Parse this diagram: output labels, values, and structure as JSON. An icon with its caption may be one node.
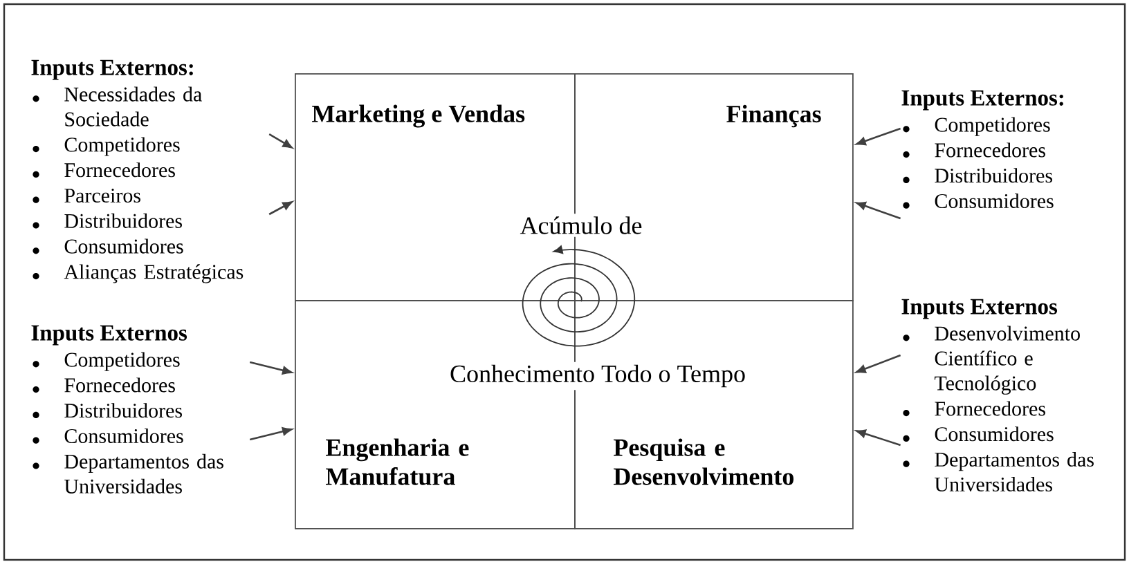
{
  "diagram": {
    "nodes": [
      {
        "text": [
          "Inputs Externos:",
          "Necessidades da Sociedade",
          "Competidores",
          "Fornecedores",
          "Parceiros",
          "Distribuidores",
          "Consumidores",
          "Alianças Estratégicas"
        ]
      },
      {
        "text": [
          "Marketing e Vendas"
        ]
      },
      {
        "text": [
          "Finanças"
        ]
      },
      {
        "text": [
          "Inputs Externos:",
          "Competidores",
          "Fornecedores",
          "Distribuidores",
          "Consumidores"
        ]
      },
      {
        "text": [
          "Inputs Externos",
          "Competidores",
          "Fornecedores",
          "Distribuidores",
          "Consumidores",
          "Departamentos das Universidades"
        ]
      },
      {
        "text": [
          "Engenharia e Manufatura"
        ]
      },
      {
        "text": [
          "Pesquisa e Desenvolvimento"
        ]
      },
      {
        "text": [
          "Inputs Externos",
          "Desenvolvimento Científico e Tecnológico",
          "Fornecedores",
          "Consumidores",
          "Departamentos das Universidades"
        ]
      },
      {
        "text": [
          "Acúmulo de",
          "Conhecimento Todo o Tempo"
        ]
      }
    ],
    "edges": [
      {
        "from": 0,
        "to": 1,
        "arrow": "to"
      },
      {
        "from": 0,
        "to": 1,
        "arrow": "to"
      },
      {
        "from": 3,
        "to": 2,
        "arrow": "to"
      },
      {
        "from": 3,
        "to": 2,
        "arrow": "to"
      },
      {
        "from": 4,
        "to": 5,
        "arrow": "to"
      },
      {
        "from": 4,
        "to": 5,
        "arrow": "to"
      },
      {
        "from": 7,
        "to": 6,
        "arrow": "to"
      },
      {
        "from": 7,
        "to": 6,
        "arrow": "to"
      }
    ]
  }
}
